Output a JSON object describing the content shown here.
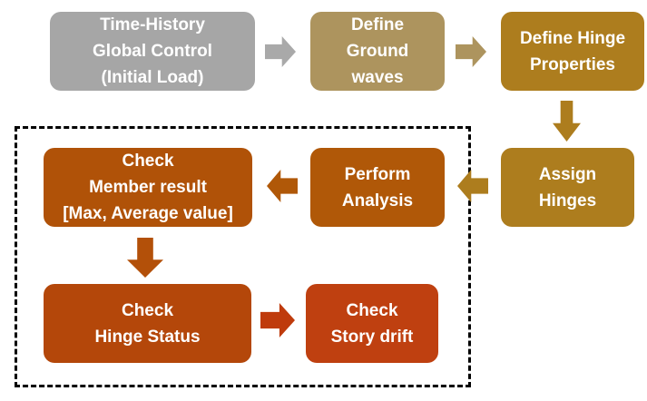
{
  "diagram": {
    "type": "flowchart",
    "background": "#FFFFFF",
    "text_color": "#FFFFFF",
    "boxes": {
      "time_history": {
        "lines": [
          "Time-History",
          "Global Control",
          "(Initial Load)"
        ],
        "color": "#A6A6A6"
      },
      "define_ground_waves": {
        "lines": [
          "Define",
          "Ground",
          "waves"
        ],
        "color": "#AD945E"
      },
      "define_hinge_properties": {
        "lines": [
          "Define Hinge",
          "Properties"
        ],
        "color": "#AD7D1E"
      },
      "assign_hinges": {
        "lines": [
          "Assign",
          "Hinges"
        ],
        "color": "#AD7D1E"
      },
      "perform_analysis": {
        "lines": [
          "Perform",
          "Analysis"
        ],
        "color": "#B05808"
      },
      "check_member_result": {
        "lines": [
          "Check",
          "Member result",
          "[Max, Average value]"
        ],
        "color": "#B05208"
      },
      "check_hinge_status": {
        "lines": [
          "Check",
          "Hinge Status"
        ],
        "color": "#B4470A"
      },
      "check_story_drift": {
        "lines": [
          "Check",
          "Story drift"
        ],
        "color": "#BF4010"
      }
    },
    "arrows": {
      "to_ground_waves": {
        "direction": "right",
        "color": "#A9A9A9"
      },
      "to_hinge_properties": {
        "direction": "right",
        "color": "#AD945E"
      },
      "to_assign_hinges": {
        "direction": "down",
        "color": "#AD7D1E"
      },
      "to_perform_analysis": {
        "direction": "left",
        "color": "#AD7D1E"
      },
      "to_check_member_result": {
        "direction": "left",
        "color": "#B05808"
      },
      "to_check_hinge_status": {
        "direction": "down",
        "color": "#B35009"
      },
      "to_check_story_drift": {
        "direction": "right",
        "color": "#BF3B0C"
      }
    },
    "group_box": {
      "style": "dashed",
      "border_color": "#000000",
      "contains": [
        "check_member_result",
        "perform_analysis",
        "check_hinge_status",
        "check_story_drift"
      ]
    }
  }
}
